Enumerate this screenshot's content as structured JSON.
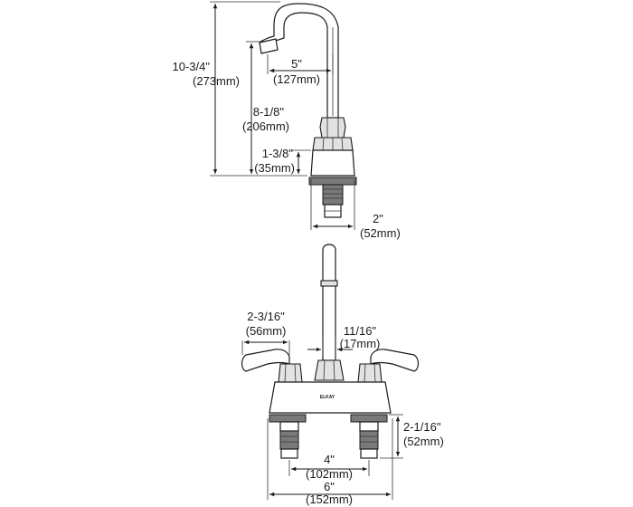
{
  "logo_text": "ELKAY",
  "side_view": {
    "height_total": {
      "imperial": "10-3/4\"",
      "metric": "(273mm)"
    },
    "spout_reach": {
      "imperial": "5\"",
      "metric": "(127mm)"
    },
    "spout_height": {
      "imperial": "8-1/8\"",
      "metric": "(206mm)"
    },
    "base_height": {
      "imperial": "1-3/8\"",
      "metric": "(35mm)"
    },
    "base_width": {
      "imperial": "2\"",
      "metric": "(52mm)"
    }
  },
  "front_view": {
    "handle_width": {
      "imperial": "2-3/16\"",
      "metric": "(56mm)"
    },
    "spout_diameter": {
      "imperial": "11/16\"",
      "metric": "(17mm)"
    },
    "shank_length": {
      "imperial": "2-1/16\"",
      "metric": "(52mm)"
    },
    "center_spacing": {
      "imperial": "4\"",
      "metric": "(102mm)"
    },
    "overall_width": {
      "imperial": "6\"",
      "metric": "(152mm)"
    }
  }
}
